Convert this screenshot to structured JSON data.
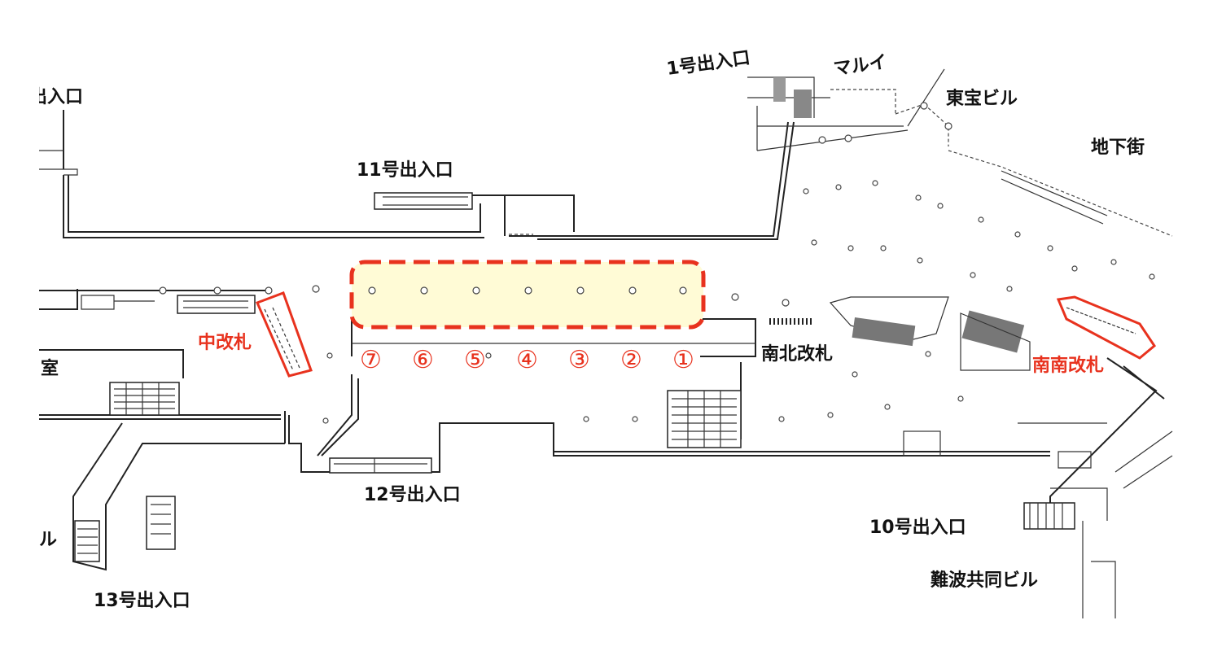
{
  "map": {
    "colors": {
      "accent_red": "#e8321e",
      "highlight_fill": "#fffbd6",
      "walls": "#222222"
    },
    "exits": {
      "exit_top_left": "出入口",
      "exit_1": "1号出入口",
      "exit_11": "11号出入口",
      "exit_12": "12号出入口",
      "exit_10": "10号出入口",
      "exit_13": "13号出入口"
    },
    "places": {
      "marui": "マルイ",
      "toho_building": "東宝ビル",
      "underground_mall": "地下街",
      "namba_kyodo_building": "難波共同ビル",
      "room_partial": "室",
      "building_partial": "ル"
    },
    "gates": {
      "central_gate": "中改札",
      "north_south_gate": "南北改札",
      "south_south_gate": "南南改札"
    },
    "platform_positions": [
      "⑦",
      "⑥",
      "⑤",
      "④",
      "③",
      "②",
      "①"
    ]
  }
}
